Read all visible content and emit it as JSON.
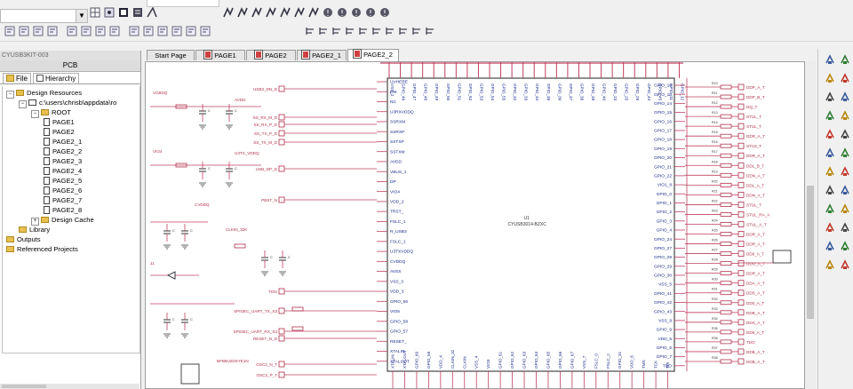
{
  "window": {
    "panel_title": "CYUSB3KIT-003"
  },
  "left_panel": {
    "header": "PCB",
    "tabs": [
      "File",
      "Hierarchy"
    ],
    "tree": [
      {
        "label": "Design Resources",
        "level": 0,
        "icon": "folder"
      },
      {
        "label": "c:\\users\\chrisb\\appdata\\ro",
        "level": 1,
        "icon": "design"
      },
      {
        "label": "ROOT",
        "level": 2,
        "icon": "folder"
      },
      {
        "label": "PAGE1",
        "level": 3,
        "icon": "page"
      },
      {
        "label": "PAGE2",
        "level": 3,
        "icon": "page"
      },
      {
        "label": "PAGE2_1",
        "level": 3,
        "icon": "page"
      },
      {
        "label": "PAGE2_2",
        "level": 3,
        "icon": "page"
      },
      {
        "label": "PAGE2_3",
        "level": 3,
        "icon": "page"
      },
      {
        "label": "PAGE2_4",
        "level": 3,
        "icon": "page"
      },
      {
        "label": "PAGE2_5",
        "level": 3,
        "icon": "page"
      },
      {
        "label": "PAGE2_6",
        "level": 3,
        "icon": "page"
      },
      {
        "label": "PAGE2_7",
        "level": 3,
        "icon": "page"
      },
      {
        "label": "PAGE2_8",
        "level": 3,
        "icon": "page"
      },
      {
        "label": "Design Cache",
        "level": 2,
        "icon": "folder"
      },
      {
        "label": "Library",
        "level": 1,
        "icon": "folder"
      },
      {
        "label": "Outputs",
        "level": 0,
        "icon": "folder"
      },
      {
        "label": "Referenced Projects",
        "level": 0,
        "icon": "folder"
      }
    ]
  },
  "doc_tabs": [
    {
      "label": "Start Page",
      "active": false
    },
    {
      "label": "PAGE1",
      "active": false
    },
    {
      "label": "PAGE2",
      "active": false
    },
    {
      "label": "PAGE2_1",
      "active": false
    },
    {
      "label": "PAGE2_2",
      "active": true
    }
  ],
  "schematic": {
    "part_ref": "U1",
    "part_value": "CYUSB3014-BZXC",
    "left_pins": [
      "UVHERE",
      "DM",
      "NC",
      "U3RXVDDQ",
      "SSRXM",
      "SSRXP",
      "SSTXP",
      "SSTXM",
      "AVDD",
      "VBUS_1",
      "DP",
      "VIO4",
      "VDD_2",
      "TRST_",
      "FSLC_1",
      "R_USB3",
      "FSLC_1",
      "U3TXVDDQ",
      "CVDDQ",
      "AVSS",
      "VSS_3",
      "VDD_3",
      "GPIO_56",
      "VIO5",
      "GPIO_58",
      "GPIO_57",
      "RESET_",
      "XTALIN",
      "XTALOUT"
    ],
    "right_pins": [
      "GPIO_10",
      "GPIO_13",
      "GPIO_14",
      "GPIO_15",
      "GPIO_16",
      "GPIO_17",
      "GPIO_18",
      "GPIO_19",
      "GPIO_20",
      "GPIO_21",
      "GPIO_22",
      "VIO1_8",
      "GPIO_0",
      "GPIO_1",
      "GPIO_2",
      "GPIO_3",
      "GPIO_4",
      "GPIO_24",
      "GPIO_27",
      "GPIO_28",
      "GPIO_29",
      "GPIO_30",
      "VSS_5",
      "GPIO_41",
      "GPIO_42",
      "GPIO_43",
      "VSS_8",
      "GPIO_9",
      "VDD_5",
      "GPIO_6",
      "GPIO_7",
      "TDO"
    ],
    "top_pins": [
      "VSS_2",
      "GPIO_46",
      "GPIO_47",
      "GPIO_48",
      "GPIO_49",
      "GPIO_50",
      "GPIO_51",
      "GPIO_52",
      "GPIO_53",
      "GPIO_54",
      "GPIO_55",
      "GPIO_32",
      "GPIO_33",
      "GPIO_34",
      "GPIO_35",
      "GPIO_36",
      "GPIO_37",
      "GPIO_38",
      "GPIO_39",
      "GPIO_40",
      "GPIO_23",
      "GPIO_25",
      "GPIO_26",
      "GPIO_44",
      "GPIO_45",
      "GPIO_11",
      "GPIO_12"
    ],
    "bottom_pins": [
      "XTALIN",
      "XTALOUT",
      "GPIO_60",
      "GPIO_59",
      "VDD_4",
      "CLKIN_32",
      "CLKIN",
      "VSS_4",
      "VIO3",
      "GPIO_61",
      "GPIO_62",
      "GPIO_63",
      "GPIO_64",
      "GPIO_65",
      "GPIO_66",
      "GPIO_67",
      "VSS_7",
      "FSLC_0",
      "FSLC_2",
      "GPIO_31",
      "VDD_6",
      "TMS",
      "TCK",
      "TDI"
    ],
    "left_nets": [
      "USB3_DN_D",
      "SS_RX_M_D",
      "SS_RX_P_D",
      "SS_TX_P_D",
      "SS_TX_M_D",
      "USB_DP_D",
      "PBST_N",
      "TDO",
      "SPIOEC_UART_TX_S3",
      "SPIOEC_UART_RX_S3",
      "RESET_N_D",
      "OSC2_N_T",
      "OSC2_P_T"
    ],
    "right_nets": [
      "DDP_A_T",
      "DDP_B_T",
      "DQ_T",
      "STUL_T",
      "STUL_T",
      "DDR_A_T",
      "STU2_T",
      "DDR_A_T",
      "DDL_B_T",
      "DDN_A_T",
      "DDL_A_T",
      "DDN_A_T",
      "STUL_T",
      "STUL_RA_A",
      "STUL_A_T",
      "DDR_A_T",
      "DDR_A_T",
      "DD6_A_T",
      "DDO_A_T",
      "DDR_A_T",
      "DDA_A_T",
      "DDS_A_T",
      "DD0_A_T",
      "DDB_A_T",
      "DDS_A_T",
      "DD6_A_T",
      "TDO",
      "DDB_A_T",
      "DDB_A_T"
    ],
    "misc_labels": [
      "VCBDQ",
      "AVDD",
      "VIO4",
      "U3TX_VDDQ",
      "CVDDQ",
      "CLKIN_32K",
      "J1",
      "BFB8U2DSYE1N"
    ]
  }
}
